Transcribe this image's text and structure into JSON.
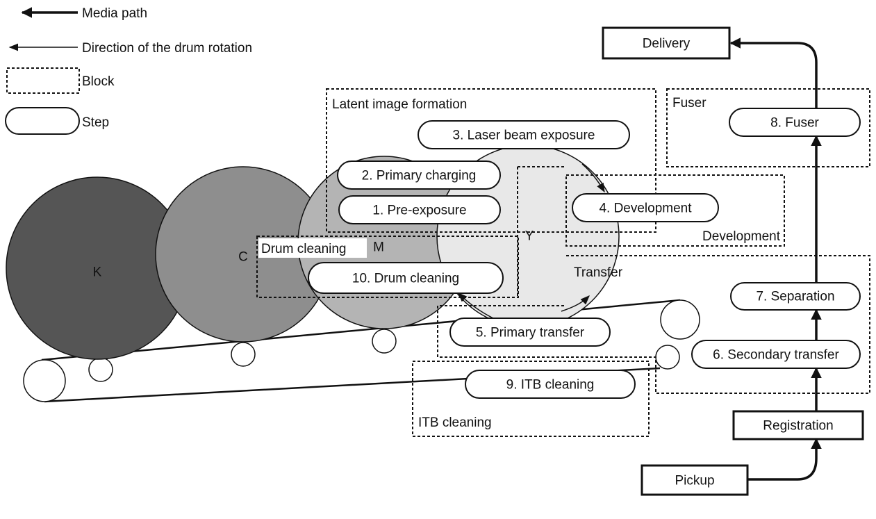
{
  "legend": {
    "media_path": "Media path",
    "drum_rotation": "Direction of the drum rotation",
    "block": "Block",
    "step": "Step"
  },
  "drums": {
    "k": "K",
    "c": "C",
    "m": "M",
    "y": "Y"
  },
  "drum_colors": {
    "k": "#555555",
    "c": "#8e8e8e",
    "m": "#b4b4b4",
    "y": "#e8e8e8"
  },
  "blocks": {
    "latent": "Latent image formation",
    "fuser": "Fuser",
    "development": "Development",
    "drum_cleaning": "Drum cleaning",
    "transfer": "Transfer",
    "itb_cleaning": "ITB cleaning"
  },
  "steps": {
    "s1": "1. Pre-exposure",
    "s2": "2. Primary charging",
    "s3": "3. Laser beam exposure",
    "s4": "4. Development",
    "s5": "5. Primary transfer",
    "s6": "6. Secondary transfer",
    "s7": "7. Separation",
    "s8": "8. Fuser",
    "s9": "9. ITB cleaning",
    "s10": "10. Drum cleaning"
  },
  "boxes": {
    "delivery": "Delivery",
    "registration": "Registration",
    "pickup": "Pickup"
  }
}
